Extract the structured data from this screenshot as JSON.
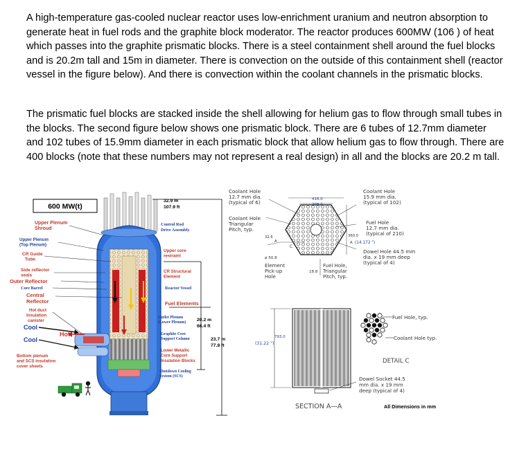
{
  "paragraphs": [
    "A high-temperature gas-cooled nuclear reactor uses low-enrichment uranium and neutron absorption to generate heat in fuel rods and the graphite block moderator. The reactor produces 600MW (106 ) of heat which passes into the graphite prismatic blocks. There is a steel containment shell around the fuel blocks and is 20.2m tall and 15m in diameter. There is convection on the outside of this containment shell (reactor vessel in the figure below). And there is convection within the coolant channels in the prismatic blocks.",
    "The prismatic fuel blocks are stacked inside the shell allowing for helium gas to flow through small tubes in the blocks. The second figure below shows one prismatic block. There are 6 tubes of 12.7mm diameter and 102 tubes of 15.9mm diameter in each prismatic block that allow helium gas to flow through. There are 400 blocks (note that these numbers may not represent a real design) in all and the blocks are 20.2 m tall."
  ],
  "reactor": {
    "power_label": "600 MW(t)",
    "height_top_m": "32.9 m",
    "height_top_ft": "107.9 ft",
    "left_labels": {
      "upper_plenum_shroud": [
        "Upper Plenum",
        "Shroud"
      ],
      "upper_plenum_top": [
        "Upper Plenum",
        "(Top Plenum)"
      ],
      "cr_guide_tube": [
        "CR Guide",
        "Tube"
      ],
      "side_reflector_seals": [
        "Side reflector",
        "seals"
      ],
      "outer_reflector": "Outer Reflector",
      "core_barrel": "Core Barrel",
      "central_reflector": [
        "Central",
        "Reflector"
      ],
      "hot_duct": [
        "Hot duct",
        "Insulation",
        "canister"
      ],
      "cool_1": "Cool",
      "hot": "Hot",
      "cool_2": "Cool",
      "bottom_plenum": [
        "Bottom plenum",
        "and SCS insulation",
        "cover sheets"
      ]
    },
    "right_labels": {
      "control_rod": [
        "Control Rod",
        "Drive Assembly"
      ],
      "upper_core_restraint": [
        "Upper core",
        "restraint"
      ],
      "cr_structural": [
        "CR Structural",
        "Element"
      ],
      "reactor_vessel": "Reactor Vessel",
      "fuel_elements": "Fuel Elements",
      "outlet_plenum": [
        "Outlet Plenum",
        "(Lower Plenum)"
      ],
      "graphite_core_support": [
        "Graphite Core",
        "Support Column"
      ],
      "lower_metallic": [
        "Lower Metallic",
        "Core Support",
        "Insulation Blocks"
      ],
      "shutdown_cooling": [
        "Shutdown Cooling",
        "System (SCS)"
      ]
    },
    "dim_core_m": "20.2 m",
    "dim_core_ft": "66.4 ft",
    "dim_vessel_m": "23.7 m",
    "dim_vessel_ft": "77.8 ft"
  },
  "block": {
    "coolant_small": [
      "Coolant Hole",
      "12.7 mm dia.",
      "(typical of 6)"
    ],
    "coolant_hole_pitch": [
      "Coolant Hole",
      "Triangular",
      "Pitch, typ."
    ],
    "dim_416": "416.0",
    "dim_208": "208.0",
    "dim_326": "32.6",
    "label_a": "A",
    "label_c": "C",
    "dim_508": "ø 50.8",
    "dim_188": "18.8",
    "elem_pickup": [
      "Element",
      "Pick-up",
      "Hole"
    ],
    "fuel_hole_pitch": [
      "Fuel Hole,",
      "Triangular",
      "Pitch, typ."
    ],
    "coolant_large": [
      "Coolant Hole",
      "15.9 mm dia.",
      "(typical of 102)"
    ],
    "fuel_hole": [
      "Fuel Hole",
      "12.7 mm dia.",
      "(typical of 210)"
    ],
    "dim_3600": "360.0",
    "dim_14172": "(14.172 \")",
    "dowel_hole": [
      "Dowel Hole 44.5 mm",
      "dia. x 19 mm deep",
      "(typical of 4)"
    ],
    "dim_7930": "793.0",
    "dim_3122": "(31.22 \")",
    "fuel_hole_typ": "Fuel Hole, typ.",
    "coolant_hole_typ": "Coolant Hole typ.",
    "detail_c": "DETAIL C",
    "dowel_socket": [
      "Dowel Socket 44.5",
      "mm dia. x 19 mm",
      "deep (typical of 4)"
    ],
    "section_aa": "SECTION A—A",
    "all_dims": "All Dimensions in mm"
  },
  "colors": {
    "vessel_blue": "#2f6fd6",
    "core_red": "#c81e1e",
    "label_red": "#c0392b",
    "label_blue": "#1f3f9a",
    "fuel_green": "#2e9a3e",
    "yellow_arrow": "#f5c400"
  }
}
